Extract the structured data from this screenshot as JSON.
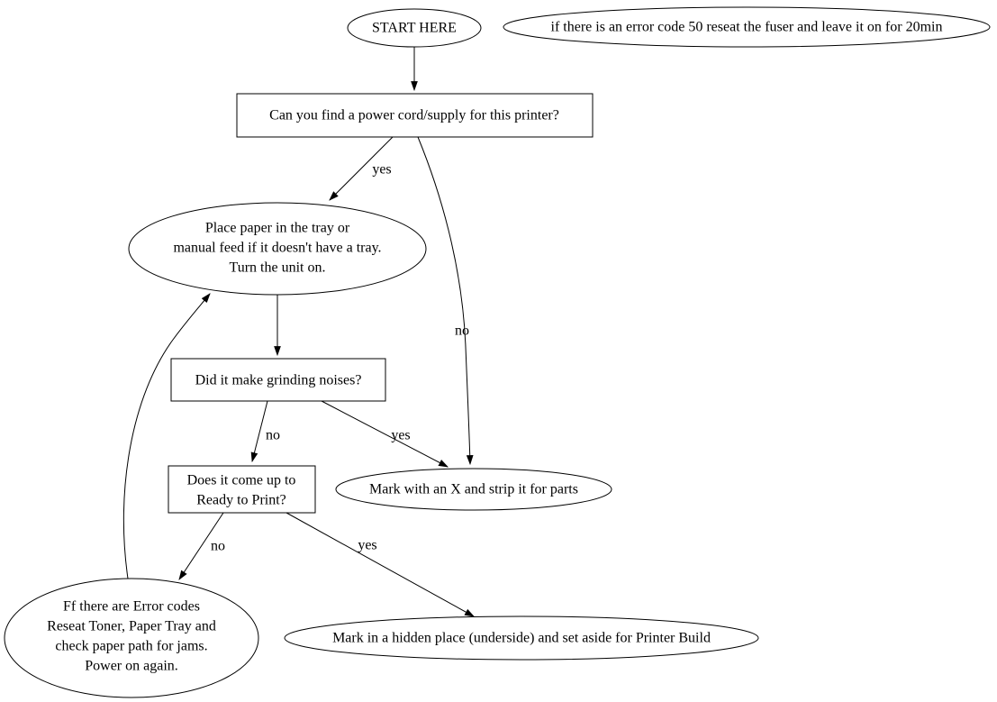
{
  "diagram": {
    "background_color": "#ffffff",
    "stroke_color": "#000000",
    "text_color": "#000000",
    "nodes": {
      "start": {
        "shape": "ellipse",
        "label": "START HERE"
      },
      "fuser_note": {
        "shape": "ellipse",
        "label": "if there is an error code 50 reseat the fuser and leave it on for 20min"
      },
      "power_cord": {
        "shape": "box",
        "label": "Can you find a power cord/supply for this printer?"
      },
      "place_paper": {
        "shape": "ellipse",
        "lines": [
          "Place paper in the tray or",
          "manual feed if it doesn't have a tray.",
          "Turn the unit on."
        ]
      },
      "grinding": {
        "shape": "box",
        "label": "Did it make grinding noises?"
      },
      "ready_to_print": {
        "shape": "box",
        "lines": [
          "Does it come up to",
          "Ready to Print?"
        ]
      },
      "strip_parts": {
        "shape": "ellipse",
        "label": "Mark with an X and strip it for parts"
      },
      "error_codes": {
        "shape": "ellipse",
        "lines": [
          "Ff there are Error codes",
          "Reseat Toner, Paper Tray and",
          "check paper path for jams.",
          "Power on again."
        ]
      },
      "printer_build": {
        "shape": "ellipse",
        "label": "Mark in a hidden place (underside) and set aside for Printer Build"
      }
    },
    "edge_labels": {
      "power_yes": "yes",
      "power_no": "no",
      "grinding_no": "no",
      "grinding_yes": "yes",
      "ready_no": "no",
      "ready_yes": "yes"
    }
  }
}
